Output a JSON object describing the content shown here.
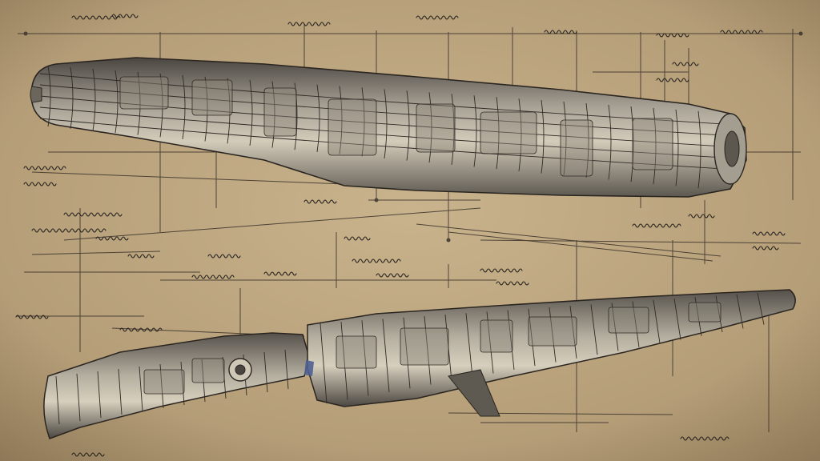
{
  "colors": {
    "paper": "#b9a27c",
    "paper_light": "#c6b08a",
    "paper_dark": "#8f7a58",
    "ink": "#2a2520",
    "hull_light": "#d9d2c0",
    "hull_mid": "#9d978a",
    "hull_dark": "#3e3a35",
    "accent_blue": "#4f5f92"
  },
  "objects": [
    {
      "kind": "spacecraft-hull",
      "view": "side"
    },
    {
      "kind": "spacecraft-hull",
      "view": "perspective"
    }
  ]
}
